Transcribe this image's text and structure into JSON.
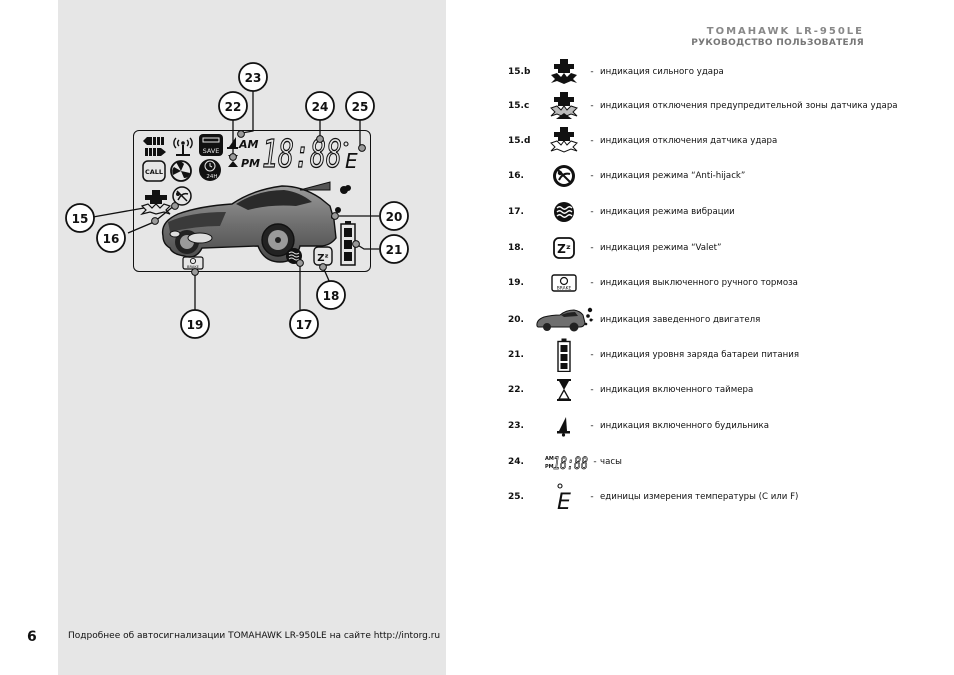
{
  "header": {
    "brand": "TOMAHAWK LR-950LE",
    "subtitle": "РУКОВОДСТВО ПОЛЬЗОВАТЕЛЯ"
  },
  "diagram": {
    "callouts": [
      "15",
      "16",
      "17",
      "18",
      "19",
      "20",
      "21",
      "22",
      "23",
      "24",
      "25"
    ],
    "lcd": {
      "am": "AM",
      "pm": "PM",
      "clock": "18:88",
      "temp_unit": "E",
      "save": "SAVE",
      "call": "CALL",
      "hours": "24H",
      "valet": "Zᶻ"
    }
  },
  "legend": [
    {
      "num": "15.b",
      "dash": "-",
      "text": "индикация сильного удара",
      "icon": "strong-shock-icon"
    },
    {
      "num": "15.c",
      "dash": "-",
      "text": "индикация отключения предупредительной зоны датчика удара",
      "icon": "warning-zone-off-icon"
    },
    {
      "num": "15.d",
      "dash": "-",
      "text": "индикация отключения датчика удара",
      "icon": "shock-sensor-off-icon"
    },
    {
      "num": "16.",
      "dash": "-",
      "text": "индикация режима “Anti-hijack”",
      "icon": "anti-hijack-icon"
    },
    {
      "num": "17.",
      "dash": "-",
      "text": "индикация режима вибрации",
      "icon": "vibration-icon"
    },
    {
      "num": "18.",
      "dash": "-",
      "text": "индикация режима “Valet”",
      "icon": "valet-icon"
    },
    {
      "num": "19.",
      "dash": "-",
      "text": "индикация выключенного ручного тормоза",
      "icon": "handbrake-icon"
    },
    {
      "num": "20.",
      "dash": "-",
      "text": "индикация заведенного двигателя",
      "icon": "engine-running-icon"
    },
    {
      "num": "21.",
      "dash": "-",
      "text": "индикация уровня заряда батареи питания",
      "icon": "battery-icon"
    },
    {
      "num": "22.",
      "dash": "-",
      "text": "индикация включенного таймера",
      "icon": "hourglass-icon"
    },
    {
      "num": "23.",
      "dash": "-",
      "text": "индикация включенного будильника",
      "icon": "bell-icon"
    },
    {
      "num": "24.",
      "dash": "-",
      "text": "часы",
      "icon": "clock-digits-icon"
    },
    {
      "num": "25.",
      "dash": "-",
      "text": "единицы измерения температуры (С или F)",
      "icon": "temperature-unit-icon"
    }
  ],
  "legend_icon_labels": {
    "handbrake": "BRAKE",
    "clock_am": "AM",
    "clock_pm": "PM",
    "clock": "18:88",
    "temp": "E"
  },
  "footer": {
    "page_number": "6",
    "text": "Подробнее об автосигнализации TOMAHAWK LR-950LE на сайте http://intorg.ru"
  }
}
